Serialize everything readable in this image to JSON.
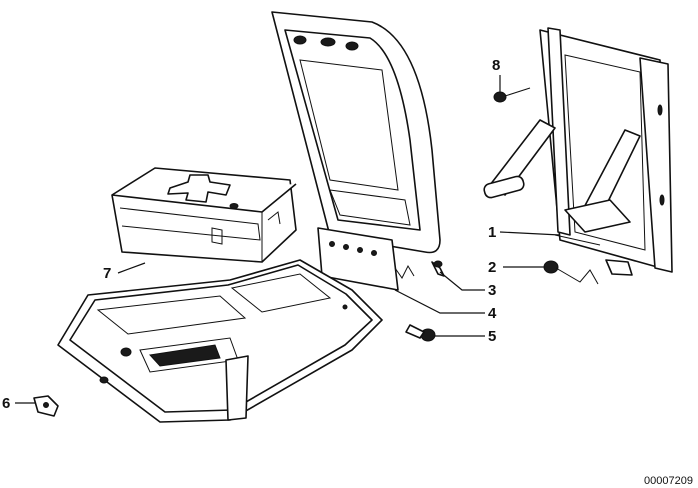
{
  "diagram": {
    "callouts": [
      {
        "id": "1",
        "label": "1"
      },
      {
        "id": "2",
        "label": "2"
      },
      {
        "id": "3",
        "label": "3"
      },
      {
        "id": "4",
        "label": "4"
      },
      {
        "id": "5",
        "label": "5"
      },
      {
        "id": "6",
        "label": "6"
      },
      {
        "id": "7",
        "label": "7"
      },
      {
        "id": "8",
        "label": "8"
      }
    ],
    "reference_number": "00007209"
  },
  "colors": {
    "line": "#111111",
    "background": "#ffffff",
    "hatch": "#333333"
  }
}
